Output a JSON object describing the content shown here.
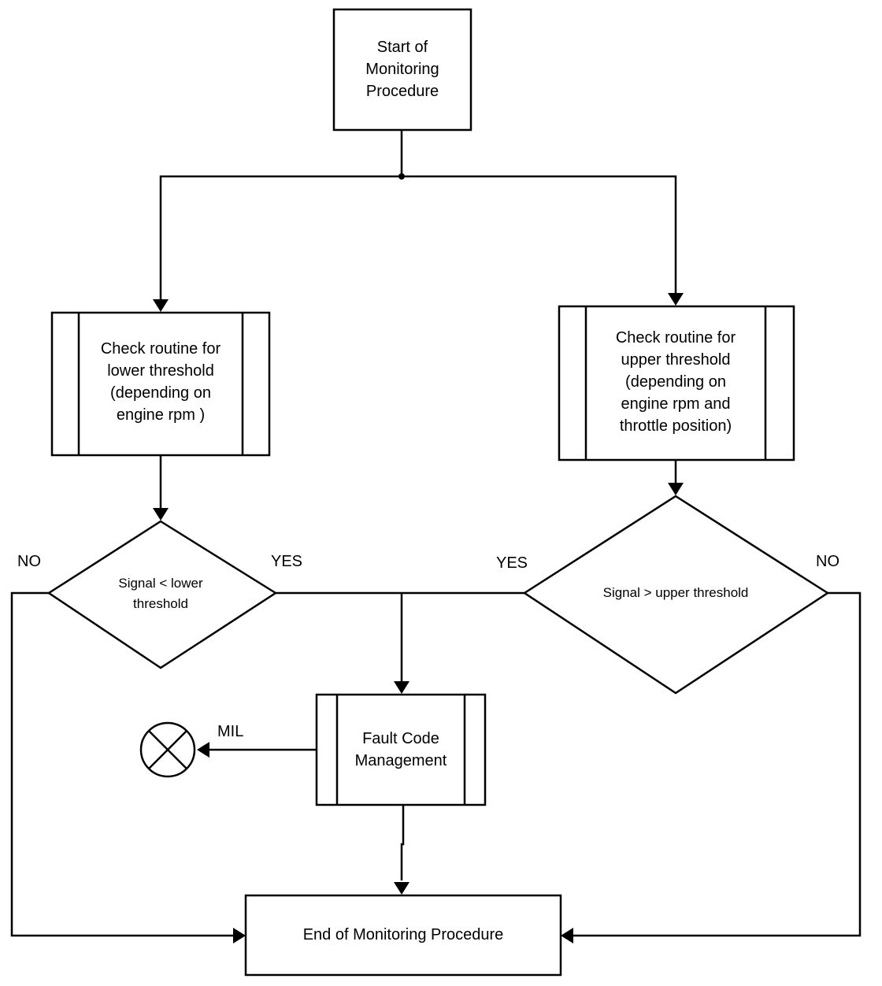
{
  "nodes": {
    "start": "Start of\nMonitoring\nProcedure",
    "check_lower": "Check routine for\nlower threshold\n(depending on\nengine rpm )",
    "check_upper": "Check routine for\nupper threshold\n(depending on\nengine rpm and\nthrottle position)",
    "decision_lower": "Signal < lower\nthreshold",
    "decision_upper": "Signal  > upper threshold",
    "fault": "Fault Code\nManagement",
    "end": "End of Monitoring Procedure"
  },
  "edge_labels": {
    "lower_no": "NO",
    "lower_yes": "YES",
    "upper_yes": "YES",
    "upper_no": "NO",
    "mil": "MIL"
  },
  "colors": {
    "stroke": "#000000",
    "background": "#ffffff"
  },
  "icons": {
    "mil_lamp": "lamp-cross-icon"
  }
}
